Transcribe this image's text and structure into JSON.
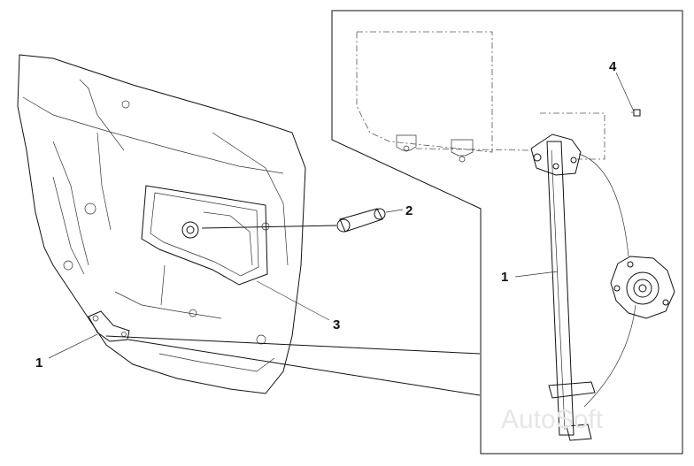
{
  "callouts": {
    "c1_left": "1",
    "c1_right": "1",
    "c2": "2",
    "c3": "3",
    "c4": "4"
  },
  "watermark": "AutoSoft",
  "colors": {
    "line": "#111111",
    "background": "#ffffff",
    "watermark": "#e6e6e6"
  }
}
